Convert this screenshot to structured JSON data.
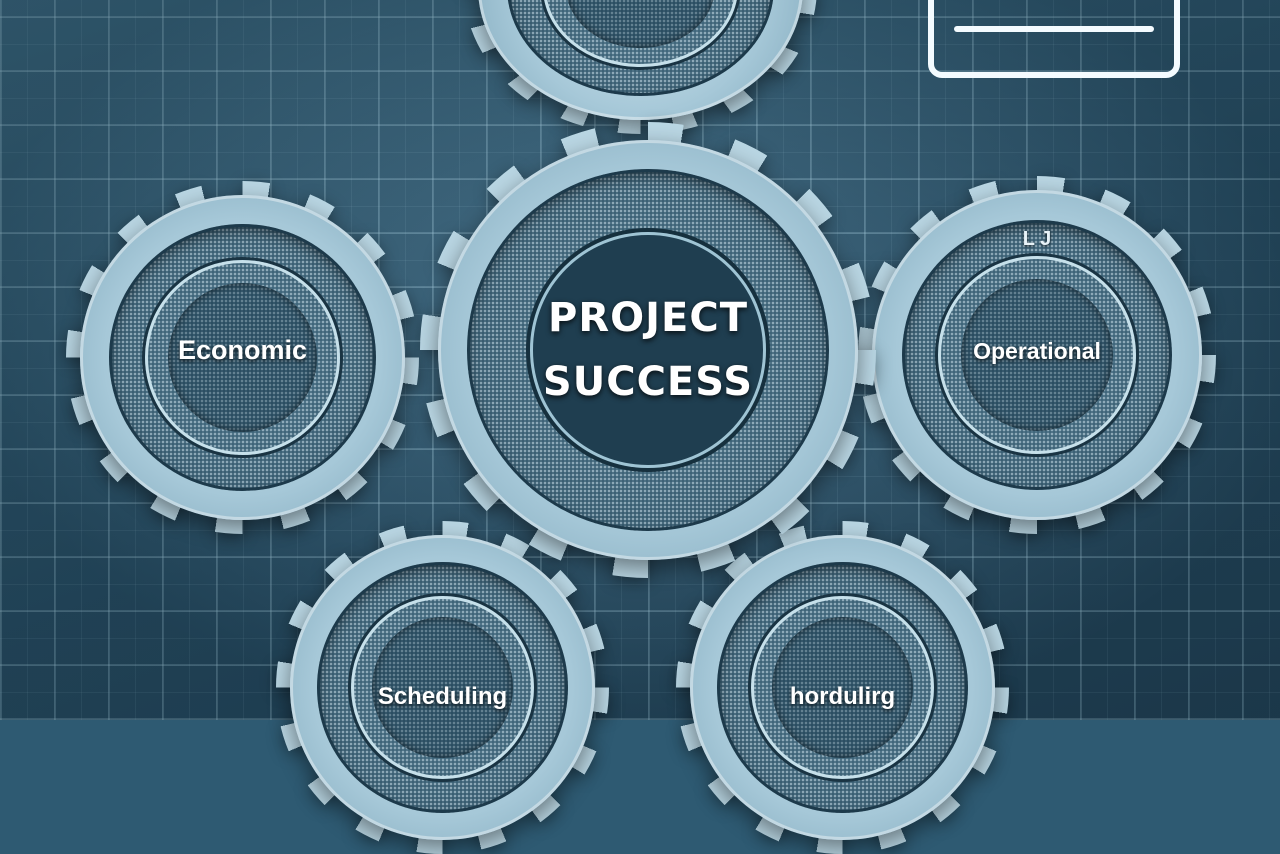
{
  "center": {
    "line1": "PROJECT",
    "line2": "SUCCESS"
  },
  "gears": {
    "left": "Economic",
    "right": "Operational",
    "right_mark": "L  J",
    "bottom_left": "Scheduling",
    "bottom_right": "hordulirg"
  },
  "colors": {
    "background": "#2e5a72",
    "gear_metal": "#b9d6e3",
    "text": "#ffffff"
  }
}
